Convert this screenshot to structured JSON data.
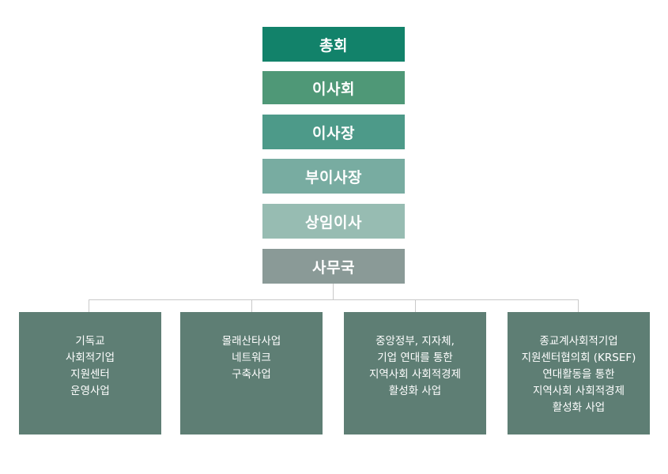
{
  "hierarchy": [
    {
      "label": "총회",
      "color": "#12826a"
    },
    {
      "label": "이사회",
      "color": "#4f9877"
    },
    {
      "label": "이사장",
      "color": "#4d9a89"
    },
    {
      "label": "부이사장",
      "color": "#78aca1"
    },
    {
      "label": "상임이사",
      "color": "#97bcb2"
    },
    {
      "label": "사무국",
      "color": "#8a9a97"
    }
  ],
  "projects": [
    {
      "lines": [
        "기독교",
        "사회적기업",
        "지원센터",
        "운영사업"
      ]
    },
    {
      "lines": [
        "몰래산타사업",
        "네트워크",
        "구축사업"
      ]
    },
    {
      "lines": [
        "중앙정부, 지자체,",
        "기업 연대를 통한",
        "지역사회 사회적경제",
        "활성화 사업"
      ]
    },
    {
      "lines": [
        "종교계사회적기업",
        "지원센터협의회 (KRSEF)",
        "연대활동을 통한",
        "지역사회 사회적경제",
        "활성화 사업"
      ]
    }
  ],
  "colors": {
    "project_box": "#5e7e74",
    "connector": "#c9c9c9"
  }
}
